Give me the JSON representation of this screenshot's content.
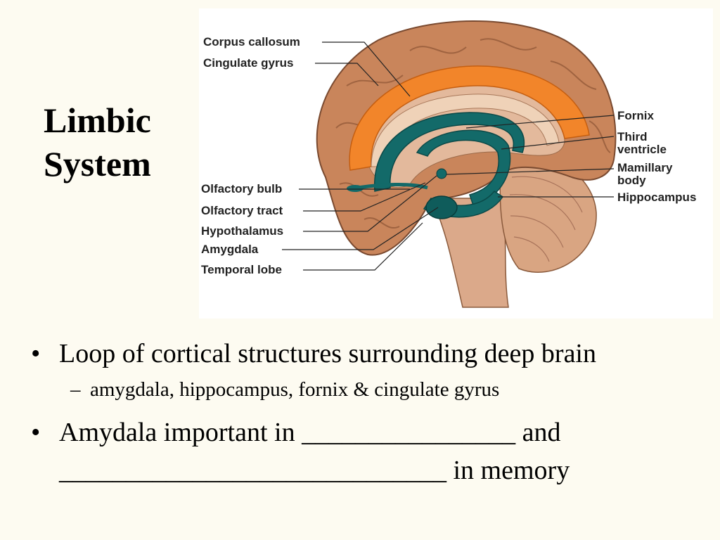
{
  "slide": {
    "title_line1": "Limbic",
    "title_line2": "System"
  },
  "figure": {
    "labels": {
      "corpus_callosum": "Corpus callosum",
      "cingulate_gyrus": "Cingulate gyrus",
      "olfactory_bulb": "Olfactory bulb",
      "olfactory_tract": "Olfactory tract",
      "hypothalamus": "Hypothalamus",
      "amygdala": "Amygdala",
      "temporal_lobe": "Temporal lobe",
      "fornix": "Fornix",
      "third_ventricle_1": "Third",
      "third_ventricle_2": "ventricle",
      "mamillary_body_1": "Mamillary",
      "mamillary_body_2": "body",
      "hippocampus": "Hippocampus"
    },
    "colors": {
      "cortex": "#c9855b",
      "cingulate": "#f2852a",
      "limbic_structures": "#136a69",
      "cerebellum": "#d9a582"
    }
  },
  "bullets": {
    "item1": "Loop of cortical structures surrounding deep brain",
    "item1_sub_dash": "–",
    "item1_sub": "amygdala, hippocampus, fornix & cingulate gyrus",
    "item2_line1": "Amydala important in ________________ and",
    "item2_line2": "_____________________________ in memory"
  }
}
